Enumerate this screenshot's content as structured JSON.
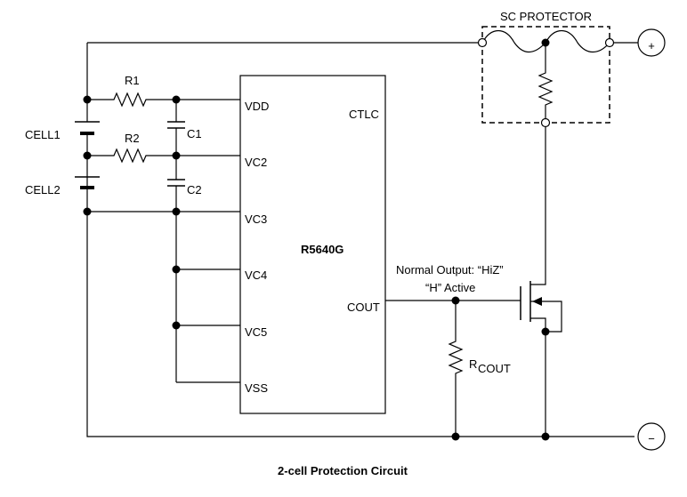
{
  "protector": {
    "label": "SC PROTECTOR"
  },
  "ic": {
    "name": "R5640G",
    "pins_left": [
      "VDD",
      "VC2",
      "VC3",
      "VC4",
      "VC5",
      "VSS"
    ],
    "pins_right": [
      "CTLC",
      "COUT"
    ]
  },
  "cells": [
    "CELL1",
    "CELL2"
  ],
  "components": {
    "r1": "R1",
    "r2": "R2",
    "c1": "C1",
    "c2": "C2",
    "rcout_main": "R",
    "rcout_sub": "COUT"
  },
  "annotations": {
    "normal_output": "Normal Output: “HiZ”",
    "active": "“H” Active"
  },
  "terminals": {
    "positive": "+",
    "negative": "−"
  },
  "caption": "2-cell Protection Circuit"
}
